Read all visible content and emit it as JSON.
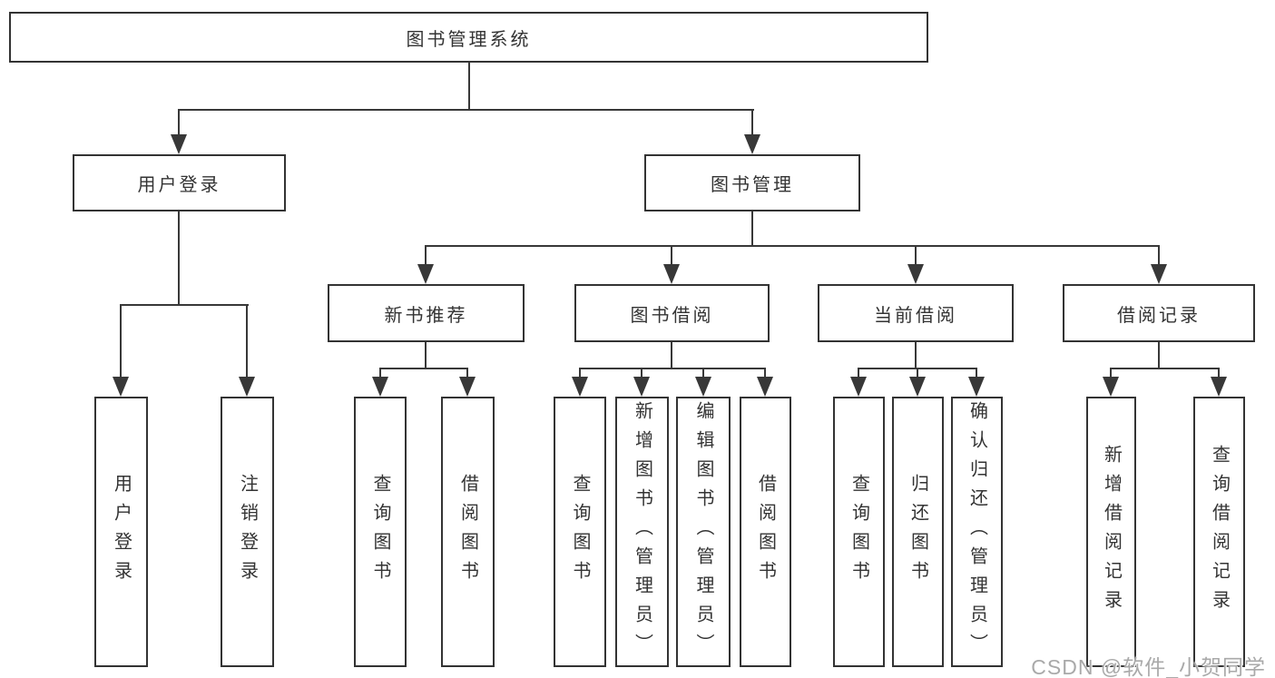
{
  "diagram": {
    "root": "图书管理系统",
    "level2": [
      "用户登录",
      "图书管理"
    ],
    "level3": [
      "新书推荐",
      "图书借阅",
      "当前借阅",
      "借阅记录"
    ],
    "leaves": [
      "用户登录",
      "注销登录",
      "查询图书",
      "借阅图书",
      "查询图书",
      "新增图书（管理员）",
      "编辑图书（管理员）",
      "借阅图书",
      "查询图书",
      "归还图书",
      "确认归还（管理员）",
      "新增借阅记录",
      "查询借阅记录"
    ]
  },
  "watermark": "CSDN @软件_小贺同学",
  "colors": {
    "line": "#383838",
    "border": "#333333",
    "text": "#333333",
    "watermark": "#a9a9a9",
    "background": "#ffffff"
  }
}
